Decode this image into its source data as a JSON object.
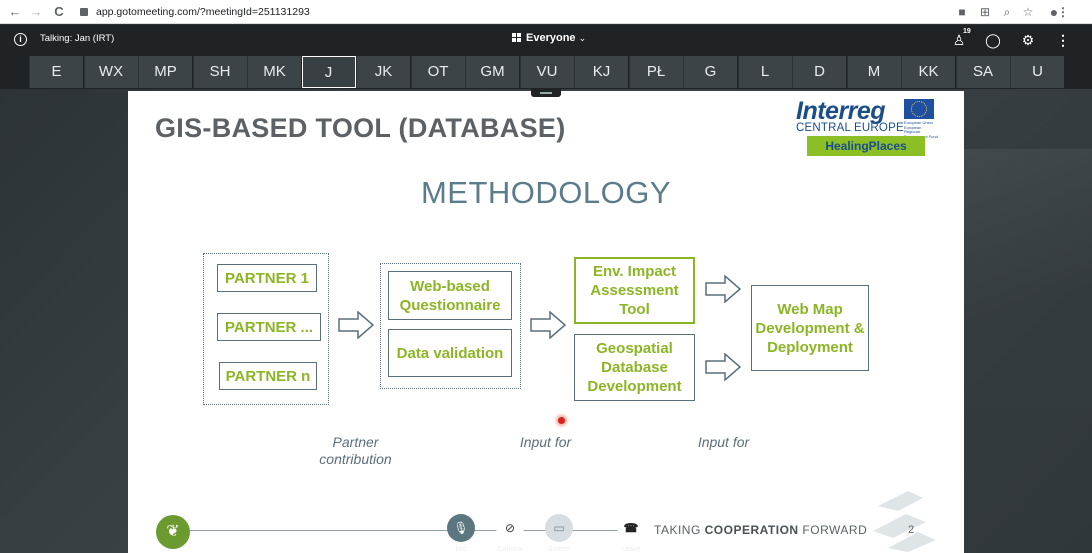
{
  "browser": {
    "url": "app.gotomeeting.com/?meetingId=251131293",
    "nav": {
      "back": "←",
      "forward": "→",
      "reload": "C"
    },
    "icons": [
      "camera-icon",
      "translate-icon",
      "zoom-icon",
      "star-icon",
      "account-icon",
      "menu-icon"
    ]
  },
  "meeting": {
    "talking": "Talking: Jan (IRT)",
    "audience": "Everyone",
    "participant_count": "19",
    "participants": [
      "E",
      "WX",
      "MP",
      "SH",
      "MK",
      "J",
      "JK",
      "OT",
      "GM",
      "VU",
      "KJ",
      "PŁ",
      "G",
      "L",
      "D",
      "M",
      "KK",
      "SA",
      "U"
    ],
    "active_participant": "J"
  },
  "slide": {
    "title": "GIS-BASED TOOL (DATABASE)",
    "heading": "METHODOLOGY",
    "logo": {
      "brand": "Interreg",
      "program": "CENTRAL EUROPE",
      "eu_text": "European Union European Regional Development Fund",
      "project": "HealingPlaces"
    },
    "partners": [
      "PARTNER 1",
      "PARTNER ...",
      "PARTNER n"
    ],
    "stage2": [
      "Web-based Questionnaire",
      "Data validation"
    ],
    "stage3": [
      "Env. Impact Assessment Tool",
      "Geospatial Database Development"
    ],
    "stage4": "Web Map Development & Deployment",
    "captions": [
      "Partner contribution",
      "Input for",
      "Input for"
    ],
    "footer": {
      "tagline_pre": "TAKING ",
      "tagline_bold": "COOPERATION",
      "tagline_post": " FORWARD",
      "page": "2"
    }
  },
  "controls": [
    {
      "label": "Mic",
      "icon": "mic-icon"
    },
    {
      "label": "Camera",
      "icon": "camera-off-icon"
    },
    {
      "label": "Screen",
      "icon": "screen-share-icon"
    },
    {
      "label": "Leave",
      "icon": "phone-hangup-icon"
    }
  ],
  "colors": {
    "accent_green": "#8cb526",
    "brand_blue": "#1a4e8a",
    "bar_dark": "#1f2326"
  }
}
